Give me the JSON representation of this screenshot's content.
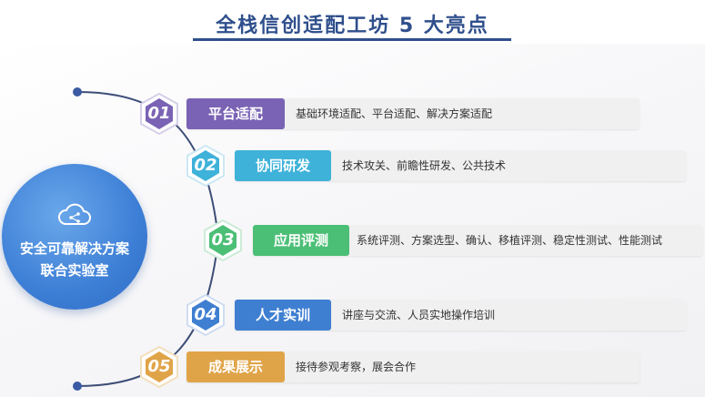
{
  "title": "全栈信创适配工坊 5 大亮点",
  "center": {
    "line1": "安全可靠解决方案",
    "line2": "联合实验室",
    "icon": "cloud-share-icon"
  },
  "items": [
    {
      "num": "01",
      "label": "平台适配",
      "desc": "基础环境适配、平台适配、解决方案适配",
      "color": "#7a63b4"
    },
    {
      "num": "02",
      "label": "协同研发",
      "desc": "技术攻关、前瞻性研发、公共技术",
      "color": "#3fb2d9"
    },
    {
      "num": "03",
      "label": "应用评测",
      "desc": "系统评测、方案选型、确认、移植评测、稳定性测试、性能测试",
      "color": "#4cbf76"
    },
    {
      "num": "04",
      "label": "人才实训",
      "desc": "讲座与交流、人员实地操作培训",
      "color": "#3f7fd1"
    },
    {
      "num": "05",
      "label": "成果展示",
      "desc": "接待参观考察，展会合作",
      "color": "#e0a448"
    }
  ]
}
